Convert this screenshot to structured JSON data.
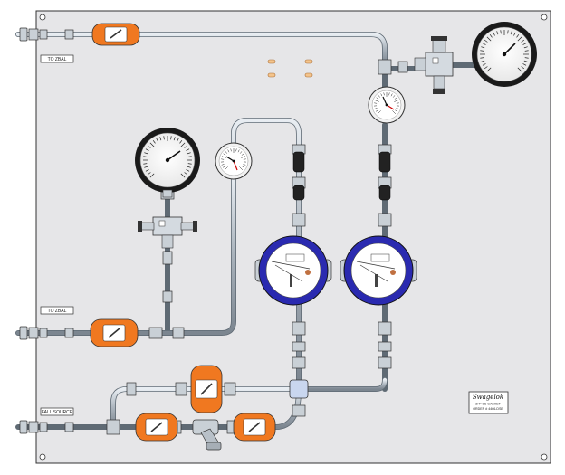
{
  "labels": {
    "tag_top_left": "TO ZBAL",
    "tag_mid_left": "TO ZBAL",
    "tag_bottom_left": "FALL SOURCE",
    "brand_plate_title": "Swagelok",
    "brand_plate_line1": "3/4\" SS GASKET",
    "brand_plate_line2": "ORDER # 4466-DSE"
  },
  "icons": [
    "panel-plate",
    "pipe-network",
    "pressure-gauge-large",
    "pressure-gauge-small",
    "rotameter-flow-meter",
    "ball-valve",
    "manifold-valve",
    "y-strainer",
    "cross-fitting"
  ],
  "colors": {
    "panel": "#e6e6e8",
    "pipe": "#b4bcc4",
    "valve_orange": "#f07820",
    "meter_blue": "#2a2ab0",
    "gauge_black": "#1a1a1a"
  }
}
